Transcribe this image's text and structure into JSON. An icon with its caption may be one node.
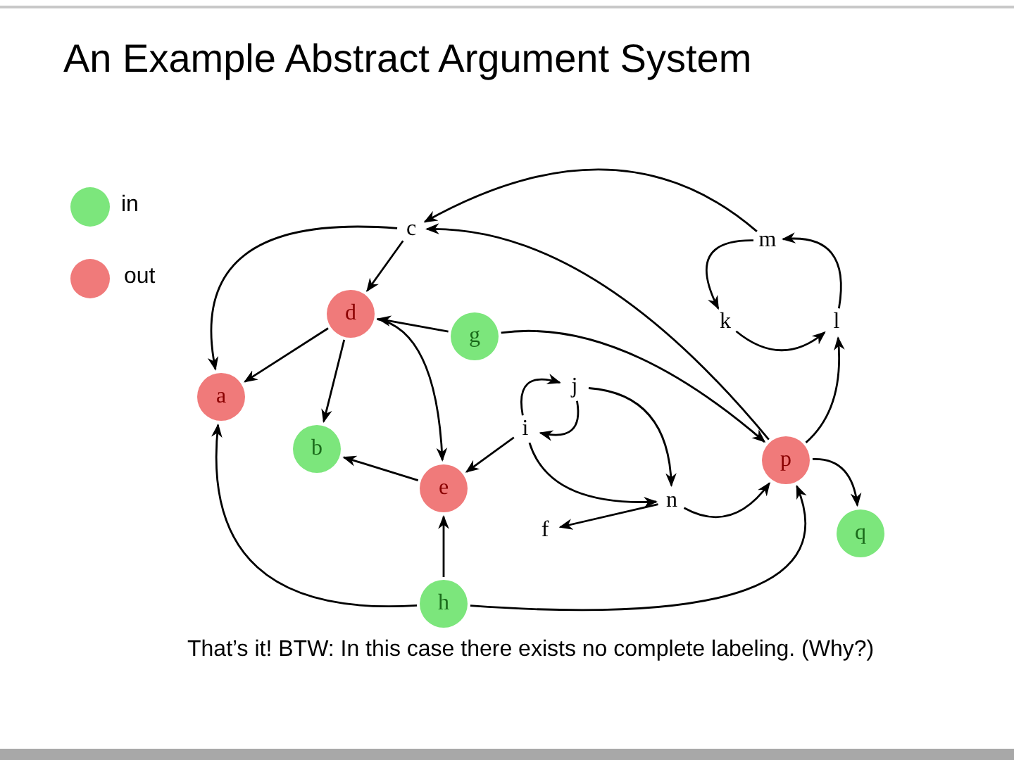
{
  "diagram": {
    "title": "An Example Abstract Argument System",
    "nodes": [
      {
        "text": [
          "c"
        ]
      },
      {
        "text": [
          "m"
        ]
      },
      {
        "text": [
          "d"
        ]
      },
      {
        "text": [
          "k"
        ]
      },
      {
        "text": [
          "l"
        ]
      },
      {
        "text": [
          "g"
        ]
      },
      {
        "text": [
          "a"
        ]
      },
      {
        "text": [
          "j"
        ]
      },
      {
        "text": [
          "i"
        ]
      },
      {
        "text": [
          "b"
        ]
      },
      {
        "text": [
          "p"
        ]
      },
      {
        "text": [
          "e"
        ]
      },
      {
        "text": [
          "n"
        ]
      },
      {
        "text": [
          "f"
        ]
      },
      {
        "text": [
          "q"
        ]
      },
      {
        "text": [
          "h"
        ]
      }
    ],
    "edges": [
      {
        "from": 1,
        "to": 0,
        "arrow": "to"
      },
      {
        "from": 10,
        "to": 0,
        "arrow": "to"
      },
      {
        "from": 0,
        "to": 6,
        "arrow": "to"
      },
      {
        "from": 0,
        "to": 2,
        "arrow": "to"
      },
      {
        "from": 5,
        "to": 2,
        "arrow": "to"
      },
      {
        "from": 2,
        "to": 6,
        "arrow": "to"
      },
      {
        "from": 2,
        "to": 9,
        "arrow": "to"
      },
      {
        "from": 2,
        "to": 11,
        "arrow": "to"
      },
      {
        "from": 11,
        "to": 9,
        "arrow": "to"
      },
      {
        "from": 8,
        "to": 11,
        "arrow": "to"
      },
      {
        "from": 15,
        "to": 11,
        "arrow": "to"
      },
      {
        "from": 15,
        "to": 6,
        "arrow": "to"
      },
      {
        "from": 15,
        "to": 10,
        "arrow": "to"
      },
      {
        "from": 1,
        "to": 3,
        "arrow": "to"
      },
      {
        "from": 4,
        "to": 1,
        "arrow": "to"
      },
      {
        "from": 3,
        "to": 4,
        "arrow": "to"
      },
      {
        "from": 10,
        "to": 4,
        "arrow": "to"
      },
      {
        "from": 10,
        "to": 14,
        "arrow": "to"
      },
      {
        "from": 7,
        "to": 8,
        "arrow": "to"
      },
      {
        "from": 8,
        "to": 7,
        "arrow": "to"
      },
      {
        "from": 7,
        "to": 12,
        "arrow": "to"
      },
      {
        "from": 8,
        "to": 12,
        "arrow": "to"
      },
      {
        "from": 12,
        "to": 13,
        "arrow": "to"
      },
      {
        "from": 12,
        "to": 10,
        "arrow": "to"
      },
      {
        "from": 5,
        "to": 10,
        "arrow": "to"
      }
    ],
    "labels": [
      "That’s it! BTW: In this case there exists no complete labeling. (Why?)"
    ],
    "legend": [
      {
        "text": "in",
        "color": "#7ce67c"
      },
      {
        "text": "out",
        "color": "#f07a7a"
      }
    ]
  }
}
